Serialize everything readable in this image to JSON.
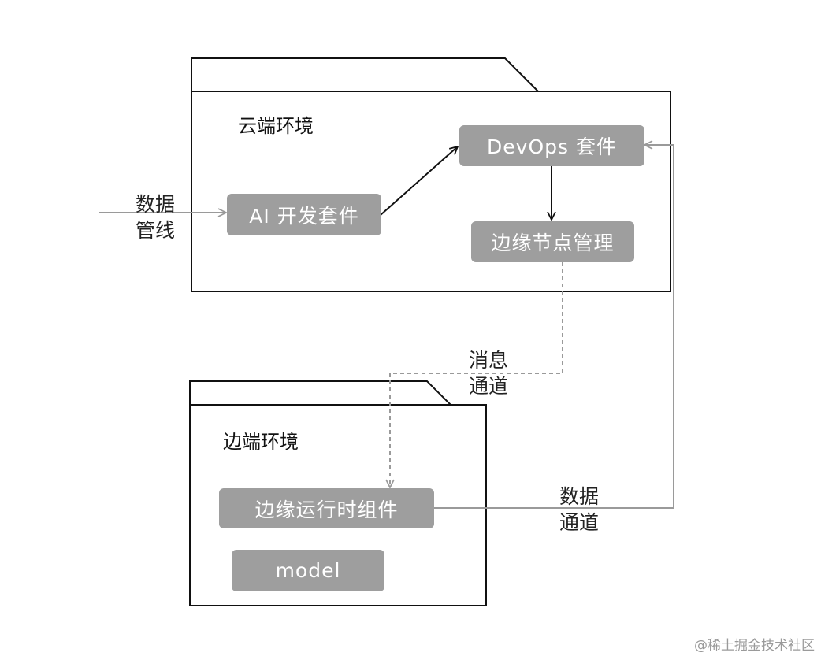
{
  "cloud_package": {
    "label": "云端环境"
  },
  "edge_package": {
    "label": "边端环境"
  },
  "nodes": {
    "devops": "DevOps 套件",
    "ai_dev": "AI 开发套件",
    "edge_node_mgmt": "边缘节点管理",
    "edge_runtime": "边缘运行时组件",
    "model": "model"
  },
  "edge_labels": {
    "data_pipeline": [
      "数据",
      "管线"
    ],
    "message_channel": [
      "消息",
      "通道"
    ],
    "data_channel": [
      "数据",
      "通道"
    ]
  },
  "watermark": "@稀土掘金技术社区",
  "colors": {
    "node_fill": "#9e9e9e",
    "node_text": "#ffffff",
    "outline": "#111111",
    "connector_gray": "#9a9a9a"
  }
}
